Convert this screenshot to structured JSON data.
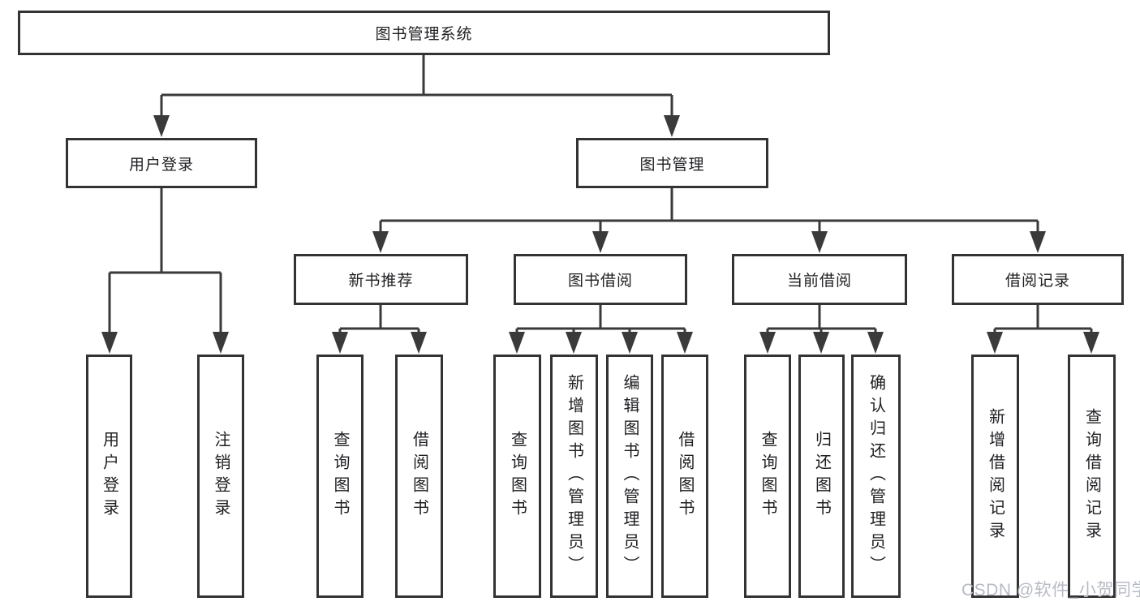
{
  "tree": {
    "root": {
      "label": "图书管理系统"
    },
    "branches": [
      {
        "label": "用户登录",
        "leaves": [
          {
            "label": "用户登录"
          },
          {
            "label": "注销登录"
          }
        ]
      },
      {
        "label": "图书管理",
        "groups": [
          {
            "label": "新书推荐",
            "leaves": [
              {
                "label": "查询图书"
              },
              {
                "label": "借阅图书"
              }
            ]
          },
          {
            "label": "图书借阅",
            "leaves": [
              {
                "label": "查询图书"
              },
              {
                "label": "新增图书（管理员）"
              },
              {
                "label": "编辑图书（管理员）"
              },
              {
                "label": "借阅图书"
              }
            ]
          },
          {
            "label": "当前借阅",
            "leaves": [
              {
                "label": "查询图书"
              },
              {
                "label": "归还图书"
              },
              {
                "label": "确认归还（管理员）"
              }
            ]
          },
          {
            "label": "借阅记录",
            "leaves": [
              {
                "label": "新增借阅记录"
              },
              {
                "label": "查询借阅记录"
              }
            ]
          }
        ]
      }
    ]
  },
  "watermark": {
    "text": "CSDN @软件_小贺同学"
  },
  "colors": {
    "line": "#3a3a3a",
    "box_border": "#333333",
    "box_bg": "#ffffff",
    "text": "#1f1f23",
    "watermark": "#b7bbc4"
  }
}
